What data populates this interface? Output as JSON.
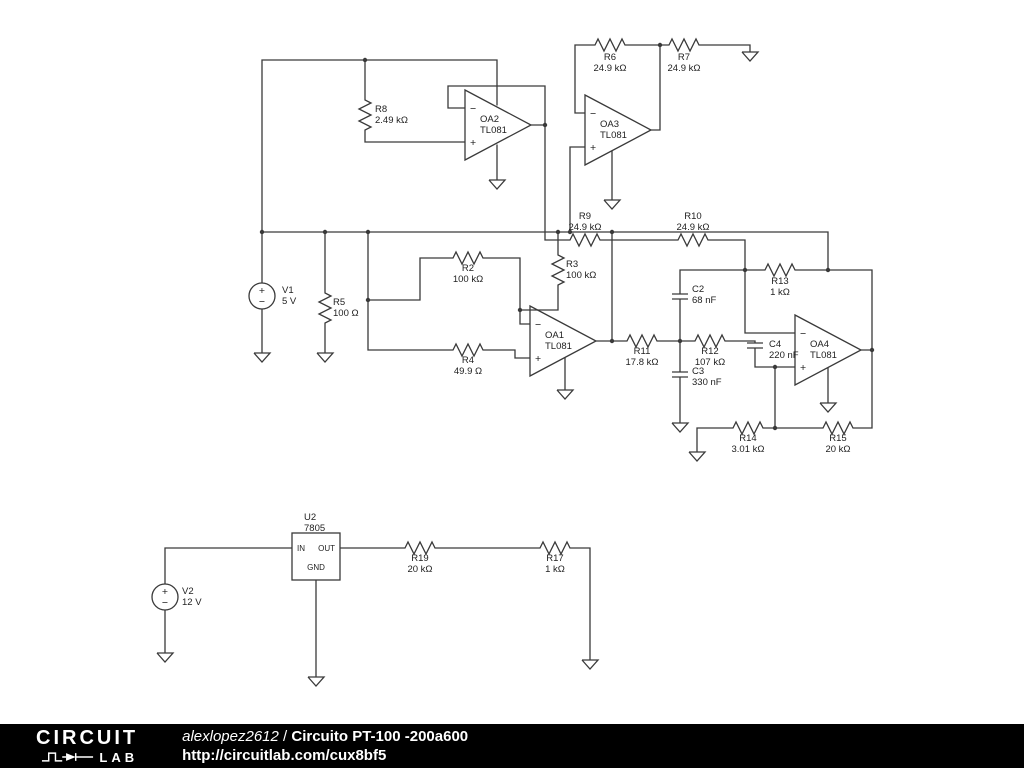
{
  "colors": {
    "canvas_bg": "#ffffff",
    "wire": "#3a3a3a",
    "label": "#222222",
    "footer_bg": "#000000",
    "footer_fg": "#ffffff"
  },
  "symbols": {
    "plus": "+",
    "minus": "−"
  },
  "components": {
    "R2": {
      "name": "R2",
      "value": "100 kΩ"
    },
    "R3": {
      "name": "R3",
      "value": "100 kΩ"
    },
    "R4": {
      "name": "R4",
      "value": "49.9 Ω"
    },
    "R5": {
      "name": "R5",
      "value": "100 Ω"
    },
    "R6": {
      "name": "R6",
      "value": "24.9 kΩ"
    },
    "R7": {
      "name": "R7",
      "value": "24.9 kΩ"
    },
    "R8": {
      "name": "R8",
      "value": "2.49 kΩ"
    },
    "R9": {
      "name": "R9",
      "value": "24.9 kΩ"
    },
    "R10": {
      "name": "R10",
      "value": "24.9 kΩ"
    },
    "R11": {
      "name": "R11",
      "value": "17.8 kΩ"
    },
    "R12": {
      "name": "R12",
      "value": "107 kΩ"
    },
    "R13": {
      "name": "R13",
      "value": "1 kΩ"
    },
    "R14": {
      "name": "R14",
      "value": "3.01 kΩ"
    },
    "R15": {
      "name": "R15",
      "value": "20 kΩ"
    },
    "R17": {
      "name": "R17",
      "value": "1 kΩ"
    },
    "R19": {
      "name": "R19",
      "value": "20 kΩ"
    },
    "C2": {
      "name": "C2",
      "value": "68 nF"
    },
    "C3": {
      "name": "C3",
      "value": "330 nF"
    },
    "C4": {
      "name": "C4",
      "value": "220 nF"
    },
    "V1": {
      "name": "V1",
      "value": "5 V"
    },
    "V2": {
      "name": "V2",
      "value": "12 V"
    },
    "OA1": {
      "name": "OA1",
      "value": "TL081"
    },
    "OA2": {
      "name": "OA2",
      "value": "TL081"
    },
    "OA3": {
      "name": "OA3",
      "value": "TL081"
    },
    "OA4": {
      "name": "OA4",
      "value": "TL081"
    },
    "U2": {
      "name": "U2",
      "value": "7805",
      "pins": {
        "in": "IN",
        "out": "OUT",
        "gnd": "GND"
      }
    }
  },
  "footer": {
    "logo_line1": "CIRCUIT",
    "logo_line2": "LAB",
    "author": "alexlopez2612",
    "separator": " / ",
    "title": "Circuito PT-100 -200a600",
    "url": "http://circuitlab.com/cux8bf5"
  }
}
